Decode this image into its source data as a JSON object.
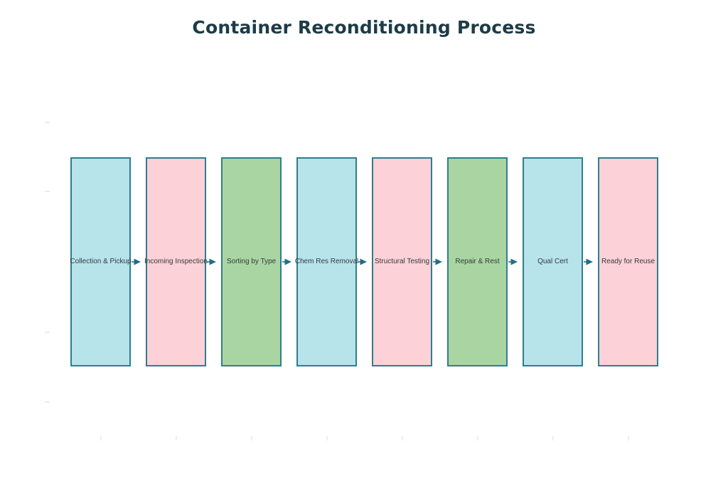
{
  "title": "Container Reconditioning Process",
  "colors": {
    "background": "#ffffff",
    "title": "#1d3b47",
    "box_border": "#2f7e8e",
    "label_text": "#343a3d",
    "arrow": "#1e6f88",
    "fill_blue": "#b7e3eb",
    "fill_pink": "#fcd1d7",
    "fill_green": "#a9d5a3"
  },
  "steps": [
    {
      "label": "Collection & Pickup",
      "fill": "blue"
    },
    {
      "label": "Incoming Inspection",
      "fill": "pink"
    },
    {
      "label": "Sorting by Type",
      "fill": "green"
    },
    {
      "label": "Chem Res Removal",
      "fill": "blue"
    },
    {
      "label": "Structural Testing",
      "fill": "pink"
    },
    {
      "label": "Repair & Rest",
      "fill": "green"
    },
    {
      "label": "Qual Cert",
      "fill": "blue"
    },
    {
      "label": "Ready for Reuse",
      "fill": "pink"
    }
  ]
}
